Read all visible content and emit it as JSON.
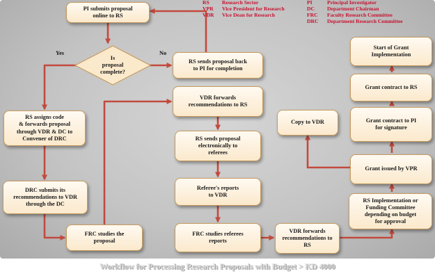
{
  "legend": {
    "left": [
      {
        "abbr": "RS",
        "full": "Research Sector"
      },
      {
        "abbr": "VPR",
        "full": "Vice President for Research"
      },
      {
        "abbr": "VDR",
        "full": "Vice Dean for Research"
      }
    ],
    "right": [
      {
        "abbr": "PI",
        "full": "Principal Investigator"
      },
      {
        "abbr": "DC",
        "full": "Department Chairman"
      },
      {
        "abbr": "FRC",
        "full": "Faculty Research Committee"
      },
      {
        "abbr": "DRC",
        "full": "Department Research Committee"
      }
    ]
  },
  "nodes": {
    "pi_submits": "PI submits proposal\nonline to RS",
    "decision": "Is\nproposal\ncomplete?",
    "rs_sends_back": "RS sends proposal back\nto PI for completion",
    "rs_assigns": "RS assigns code\n& forwards proposal\nthrough VDR & DC to\nConvener of DRC",
    "drc_submits": "DRC submits its\nrecommendations to VDR\nthrough the DC",
    "frc_studies": "FRC studies the\nproposal",
    "vdr_forwards_top": "VDR forwards\nrecommendations to RS",
    "rs_electronic": "RS sends proposal\nelectronically to\nreferees",
    "referee_reports": "Referee's reports\nto VDR",
    "frc_referees": "FRC studies referees\nreports",
    "vdr_forwards_bottom": "VDR forwards\nrecommendations to\nRS",
    "rs_implementation": "RS Implementation or\nFunding  Committee\ndepending on budget\nfor approval",
    "grant_issued": "Grant issued by VPR",
    "copy_vdr": "Copy to VDR",
    "grant_pi": "Grant contract to PI\nfor signature",
    "grant_rs": "Grant contract to RS",
    "start_grant": "Start of Grant\nImplementation"
  },
  "labels": {
    "yes": "Yes",
    "no": "No"
  },
  "caption": "Workflow for Processing Research Proposals with Budget  > KD 4000",
  "colors": {
    "arrow": "#c24a3e",
    "legend_text": "#c8102e",
    "node_border": "#c79b5e",
    "diamond_fill": "#fbe9cc"
  }
}
